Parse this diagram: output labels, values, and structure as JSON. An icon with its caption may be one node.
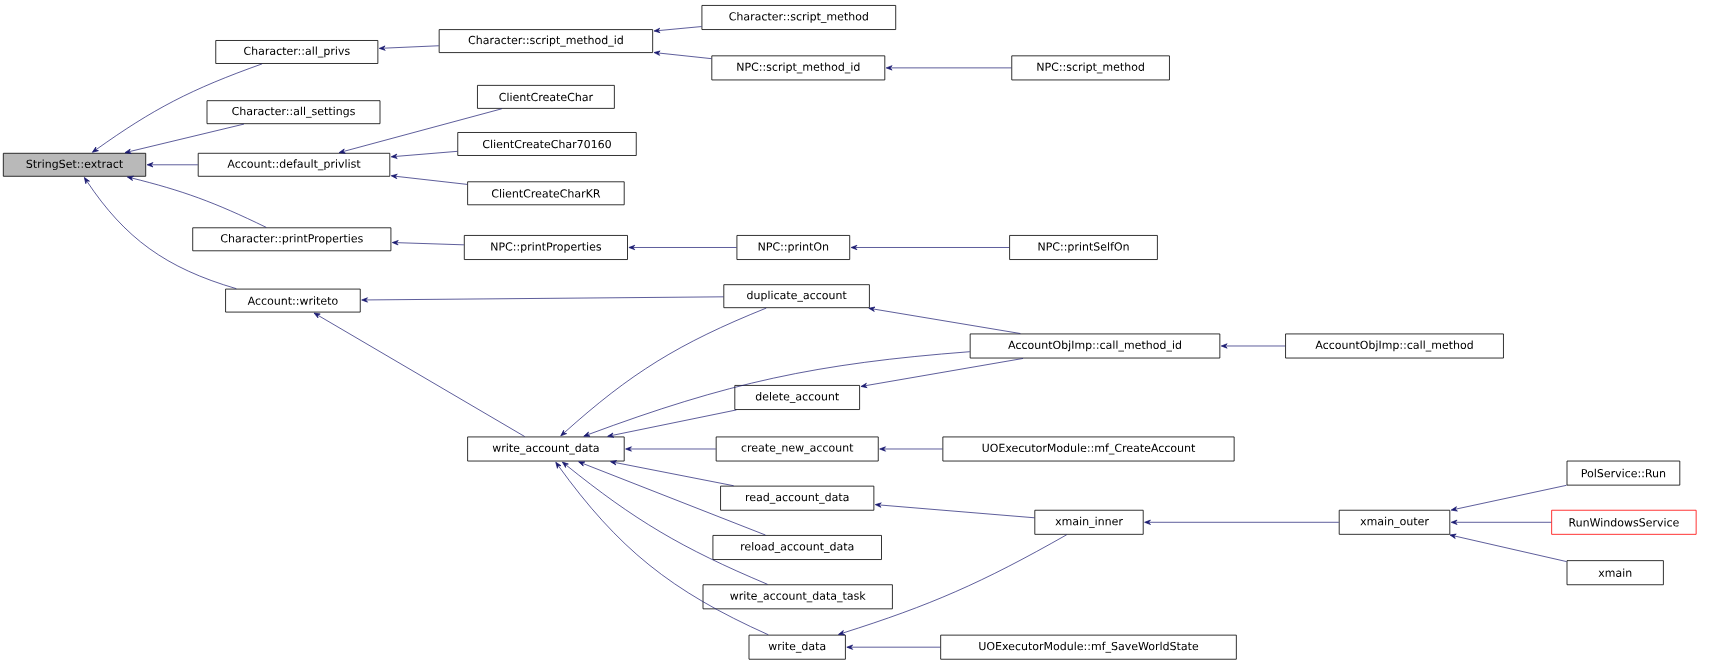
{
  "diagram": {
    "nodes": [
      {
        "text": [
          "StringSet::extract"
        ]
      },
      {
        "text": [
          "Character::all_privs"
        ]
      },
      {
        "text": [
          "Character::all_settings"
        ]
      },
      {
        "text": [
          "Account::default_privlist"
        ]
      },
      {
        "text": [
          "Character::printProperties"
        ]
      },
      {
        "text": [
          "Account::writeto"
        ]
      },
      {
        "text": [
          "Character::script_method_id"
        ]
      },
      {
        "text": [
          "ClientCreateChar"
        ]
      },
      {
        "text": [
          "ClientCreateChar70160"
        ]
      },
      {
        "text": [
          "ClientCreateCharKR"
        ]
      },
      {
        "text": [
          "NPC::printProperties"
        ]
      },
      {
        "text": [
          "NPC::printOn"
        ]
      },
      {
        "text": [
          "NPC::printSelfOn"
        ]
      },
      {
        "text": [
          "Character::script_method"
        ]
      },
      {
        "text": [
          "NPC::script_method_id"
        ]
      },
      {
        "text": [
          "NPC::script_method"
        ]
      },
      {
        "text": [
          "duplicate_account"
        ]
      },
      {
        "text": [
          "AccountObjImp::call_method_id"
        ]
      },
      {
        "text": [
          "AccountObjImp::call_method"
        ]
      },
      {
        "text": [
          "write_account_data"
        ]
      },
      {
        "text": [
          "delete_account"
        ]
      },
      {
        "text": [
          "create_new_account"
        ]
      },
      {
        "text": [
          "UOExecutorModule::mf_CreateAccount"
        ]
      },
      {
        "text": [
          "read_account_data"
        ]
      },
      {
        "text": [
          "reload_account_data"
        ]
      },
      {
        "text": [
          "write_account_data_task"
        ]
      },
      {
        "text": [
          "write_data"
        ]
      },
      {
        "text": [
          "xmain_inner"
        ]
      },
      {
        "text": [
          "UOExecutorModule::mf_SaveWorldState"
        ]
      },
      {
        "text": [
          "xmain_outer"
        ]
      },
      {
        "text": [
          "PolService::Run"
        ]
      },
      {
        "text": [
          "RunWindowsService"
        ]
      },
      {
        "text": [
          "xmain"
        ]
      }
    ],
    "edges": [
      {
        "from": 1,
        "to": 0,
        "arrow": "to"
      },
      {
        "from": 2,
        "to": 0,
        "arrow": "to"
      },
      {
        "from": 3,
        "to": 0,
        "arrow": "to"
      },
      {
        "from": 4,
        "to": 0,
        "arrow": "to"
      },
      {
        "from": 5,
        "to": 0,
        "arrow": "to"
      },
      {
        "from": 6,
        "to": 1,
        "arrow": "to"
      },
      {
        "from": 7,
        "to": 3,
        "arrow": "to"
      },
      {
        "from": 8,
        "to": 3,
        "arrow": "to"
      },
      {
        "from": 9,
        "to": 3,
        "arrow": "to"
      },
      {
        "from": 10,
        "to": 4,
        "arrow": "to"
      },
      {
        "from": 16,
        "to": 5,
        "arrow": "to"
      },
      {
        "from": 19,
        "to": 5,
        "arrow": "to"
      },
      {
        "from": 13,
        "to": 6,
        "arrow": "to"
      },
      {
        "from": 14,
        "to": 6,
        "arrow": "to"
      },
      {
        "from": 15,
        "to": 14,
        "arrow": "to"
      },
      {
        "from": 11,
        "to": 10,
        "arrow": "to"
      },
      {
        "from": 12,
        "to": 11,
        "arrow": "to"
      },
      {
        "from": 17,
        "to": 16,
        "arrow": "to"
      },
      {
        "from": 18,
        "to": 17,
        "arrow": "to"
      },
      {
        "from": 16,
        "to": 19,
        "arrow": "to"
      },
      {
        "from": 17,
        "to": 19,
        "arrow": "to"
      },
      {
        "from": 20,
        "to": 19,
        "arrow": "to"
      },
      {
        "from": 21,
        "to": 19,
        "arrow": "to"
      },
      {
        "from": 23,
        "to": 19,
        "arrow": "to"
      },
      {
        "from": 24,
        "to": 19,
        "arrow": "to"
      },
      {
        "from": 25,
        "to": 19,
        "arrow": "to"
      },
      {
        "from": 26,
        "to": 19,
        "arrow": "to"
      },
      {
        "from": 17,
        "to": 20,
        "arrow": "to"
      },
      {
        "from": 22,
        "to": 21,
        "arrow": "to"
      },
      {
        "from": 27,
        "to": 23,
        "arrow": "to"
      },
      {
        "from": 29,
        "to": 27,
        "arrow": "to"
      },
      {
        "from": 30,
        "to": 29,
        "arrow": "to"
      },
      {
        "from": 31,
        "to": 29,
        "arrow": "to"
      },
      {
        "from": 32,
        "to": 29,
        "arrow": "to"
      },
      {
        "from": 27,
        "to": 26,
        "arrow": "to"
      },
      {
        "from": 28,
        "to": 26,
        "arrow": "to"
      }
    ]
  }
}
